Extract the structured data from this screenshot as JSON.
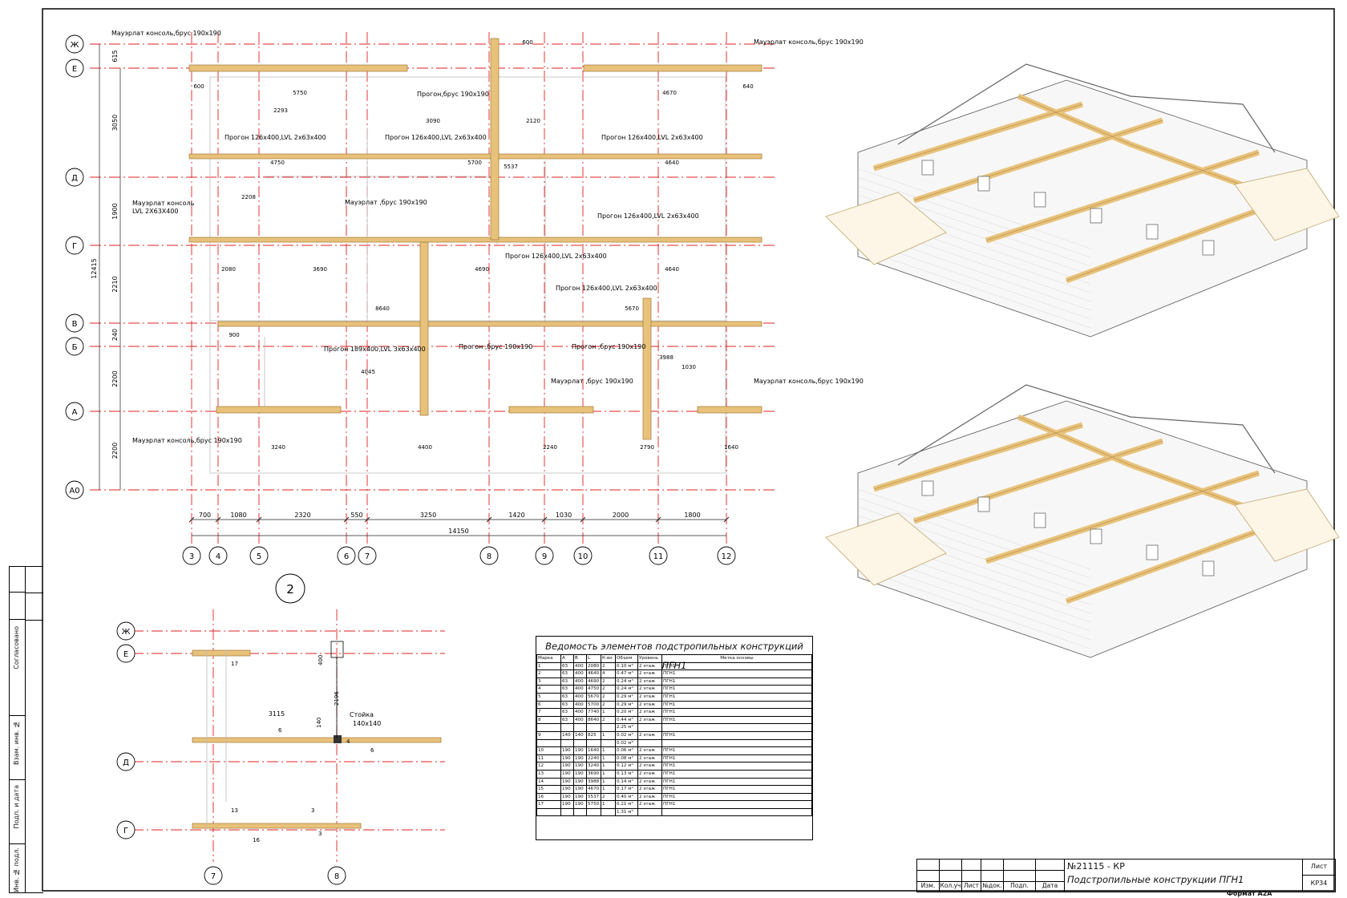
{
  "plan": {
    "axis_rows": [
      {
        "label": "Ж"
      },
      {
        "label": "Е"
      },
      {
        "label": "Д"
      },
      {
        "label": "Г"
      },
      {
        "label": "В"
      },
      {
        "label": "Б"
      },
      {
        "label": "А"
      },
      {
        "label": "А0"
      }
    ],
    "axis_cols": [
      {
        "label": "3"
      },
      {
        "label": "4"
      },
      {
        "label": "5"
      },
      {
        "label": "6"
      },
      {
        "label": "7"
      },
      {
        "label": "8"
      },
      {
        "label": "9"
      },
      {
        "label": "10"
      },
      {
        "label": "11"
      },
      {
        "label": "12"
      }
    ],
    "col_dims": [
      "700",
      "1080",
      "2320",
      "550",
      "3250",
      "1420",
      "1030",
      "2000",
      "1800"
    ],
    "total_dim": "14150",
    "row_dims": [
      "615",
      "3050",
      "1900",
      "2210",
      "240",
      "2200",
      "2200"
    ],
    "total_row_dim": "12415",
    "view_number": "2",
    "notes": [
      "Мауэрлат консоль,брус 190x190",
      "Мауэрлат консоль,брус 190x190",
      "Прогон,брус 190x190",
      "Прогон 126x400,LVL 2x63x400",
      "Прогон 126x400,LVL 2x63x400",
      "Прогон 126x400,LVL 2x63x400",
      "Мауэрлат консоль",
      "LVL 2X63X400",
      "Мауэрлат ,брус 190x190",
      "Прогон 126x400,LVL 2x63x400",
      "Прогон 126x400,LVL 2x63x400",
      "Прогон 126x400,LVL 2x63x400",
      "Прогон 189x400,LVL 3x63x400",
      "Прогон ,брус 190x190",
      "Прогон ,брус 190x190",
      "Мауэрлат ,брус 190x190",
      "Мауэрлат консоль,брус 190x190",
      "Мауэрлат консоль,брус 190x190"
    ],
    "beam_dims": [
      "5750",
      "4670",
      "600",
      "640",
      "3090",
      "2120",
      "4750",
      "5700",
      "4640",
      "2080",
      "3690",
      "4690",
      "4640",
      "8640",
      "5670",
      "900",
      "4045",
      "3240",
      "4400",
      "2240",
      "2790",
      "1640",
      "5537",
      "2293",
      "2208",
      "600",
      "3988",
      "1030"
    ]
  },
  "detail": {
    "axis_rows": [
      "Ж",
      "Е",
      "Д",
      "Г"
    ],
    "axis_cols": [
      "7",
      "8"
    ],
    "dims": [
      "3115",
      "400",
      "2196",
      "140"
    ],
    "post_label": "Стойка",
    "post_size": "140x140",
    "marks": [
      "17",
      "6",
      "13",
      "3",
      "3",
      "16",
      "4",
      "6"
    ]
  },
  "schedule": {
    "title": "Ведомость элементов подстропильных конструкций ПГН1",
    "headers": [
      "Марка",
      "A",
      "B",
      "L",
      "К-во",
      "Объем",
      "Уровень",
      "Метка основы"
    ],
    "rows": [
      [
        "1",
        "63",
        "400",
        "2080",
        "2",
        "0.10 м³",
        "2 этаж",
        "ПГН1"
      ],
      [
        "2",
        "63",
        "400",
        "4640",
        "4",
        "0.47 м³",
        "2 этаж",
        "ПГН1"
      ],
      [
        "3",
        "63",
        "400",
        "4690",
        "2",
        "0.24 м³",
        "2 этаж",
        "ПГН1"
      ],
      [
        "4",
        "63",
        "400",
        "4750",
        "2",
        "0.24 м³",
        "2 этаж",
        "ПГН1"
      ],
      [
        "5",
        "63",
        "400",
        "5670",
        "2",
        "0.29 м³",
        "2 этаж",
        "ПГН1"
      ],
      [
        "6",
        "63",
        "400",
        "5700",
        "2",
        "0.29 м³",
        "2 этаж",
        "ПГН1"
      ],
      [
        "7",
        "63",
        "400",
        "7740",
        "1",
        "0.20 м³",
        "2 этаж",
        "ПГН1"
      ],
      [
        "8",
        "63",
        "400",
        "8640",
        "2",
        "0.44 м³",
        "2 этаж",
        "ПГН1"
      ],
      [
        "",
        "",
        "",
        "",
        "",
        "2.25 м³",
        "",
        ""
      ],
      [
        "9",
        "140",
        "140",
        "825",
        "1",
        "0.02 м³",
        "2 этаж",
        "ПГН1"
      ],
      [
        "",
        "",
        "",
        "",
        "",
        "0.02 м³",
        "",
        ""
      ],
      [
        "10",
        "190",
        "190",
        "1640",
        "1",
        "0.06 м³",
        "2 этаж",
        "ПГН1"
      ],
      [
        "11",
        "190",
        "190",
        "2240",
        "1",
        "0.08 м³",
        "2 этаж",
        "ПГН1"
      ],
      [
        "12",
        "190",
        "190",
        "3240",
        "1",
        "0.12 м³",
        "2 этаж",
        "ПГН1"
      ],
      [
        "13",
        "190",
        "190",
        "3690",
        "1",
        "0.13 м³",
        "2 этаж",
        "ПГН1"
      ],
      [
        "14",
        "190",
        "190",
        "3988",
        "1",
        "0.14 м³",
        "2 этаж",
        "ПГН1"
      ],
      [
        "15",
        "190",
        "190",
        "4670",
        "1",
        "0.17 м³",
        "2 этаж",
        "ПГН1"
      ],
      [
        "16",
        "190",
        "190",
        "5537",
        "2",
        "0.40 м³",
        "2 этаж",
        "ПГН1"
      ],
      [
        "17",
        "190",
        "190",
        "5750",
        "1",
        "0.21 м³",
        "2 этаж",
        "ПГН1"
      ],
      [
        "",
        "",
        "",
        "",
        "",
        "1.31 м³",
        "",
        ""
      ]
    ]
  },
  "stamp": {
    "project": "№21115 - КР",
    "title": "Подстропильные конструкции ПГН1",
    "cols": [
      "Изм.",
      "Кол.уч",
      "Лист",
      "№док.",
      "Подп.",
      "Дата"
    ],
    "sheet_label": "Лист",
    "sheet_code": "КР34",
    "format": "Формат А2А"
  },
  "side_stamp": {
    "items": [
      "Согласовано",
      "Взам. инв. №",
      "Подп. и дата",
      "Инв. № подл."
    ]
  },
  "colors": {
    "axis": "#e02020",
    "beam": "#e8c27a",
    "beam_edge": "#a07a3a",
    "dim": "#222222"
  }
}
